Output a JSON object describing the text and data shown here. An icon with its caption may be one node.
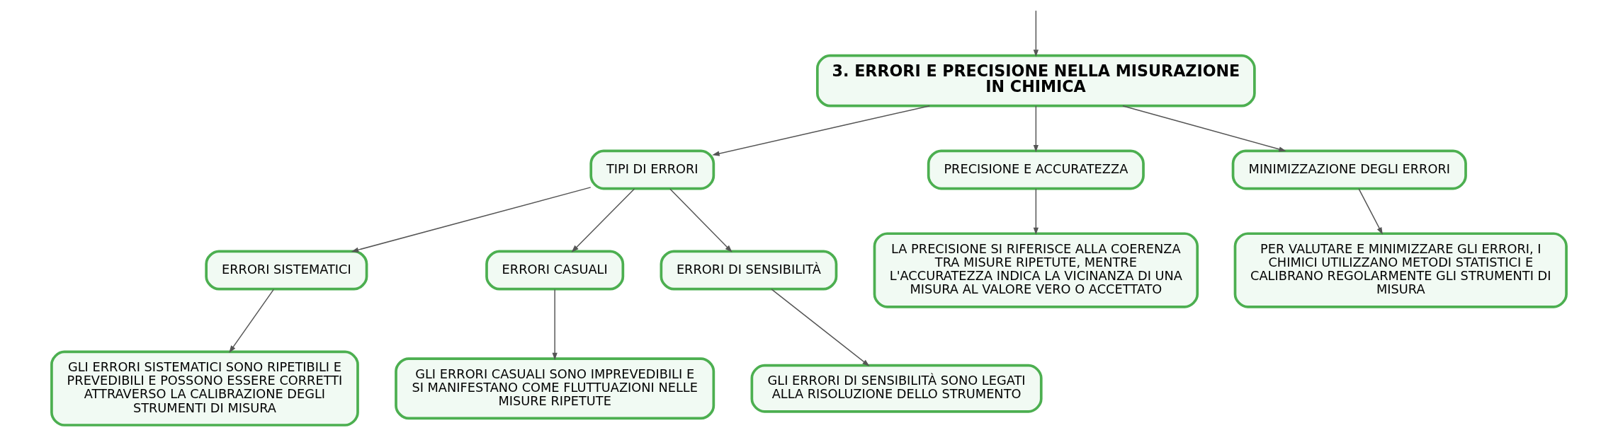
{
  "diagram": {
    "nodes": [
      {
        "text": [
          "3. ERRORI E PRECISIONE NELLA MISURAZIONE IN CHIMICA"
        ]
      },
      {
        "text": [
          "TIPI DI ERRORI"
        ]
      },
      {
        "text": [
          "ERRORI SISTEMATICI"
        ]
      },
      {
        "text": [
          "GLI ERRORI SISTEMATICI SONO RIPETIBILI E PREVEDIBILI E POSSONO ESSERE CORRETTI ATTRAVERSO LA CALIBRAZIONE DEGLI STRUMENTI DI MISURA"
        ]
      },
      {
        "text": [
          "ERRORI CASUALI"
        ]
      },
      {
        "text": [
          "GLI ERRORI CASUALI SONO IMPREVEDIBILI E SI MANIFESTANO COME FLUTTUAZIONI NELLE MISURE RIPETUTE"
        ]
      },
      {
        "text": [
          "ERRORI DI SENSIBILITÀ"
        ]
      },
      {
        "text": [
          "GLI ERRORI DI SENSIBILITÀ SONO LEGATI ALLA RISOLUZIONE DELLO STRUMENTO"
        ]
      },
      {
        "text": [
          "PRECISIONE E ACCURATEZZA"
        ]
      },
      {
        "text": [
          "LA PRECISIONE SI RIFERISCE ALLA COERENZA TRA MISURE RIPETUTE, MENTRE L'ACCURATEZZA INDICA LA VICINANZA DI UNA MISURA AL VALORE VERO O ACCETTATO"
        ]
      },
      {
        "text": [
          "MINIMIZZAZIONE DEGLI ERRORI"
        ]
      },
      {
        "text": [
          "PER VALUTARE E MINIMIZZARE GLI ERRORI, I CHIMICI UTILIZZANO METODI STATISTICI E CALIBRANO REGOLARMENTE GLI STRUMENTI DI MISURA"
        ]
      }
    ],
    "edges": [
      {
        "from": null,
        "to": 0,
        "arrow": "to"
      },
      {
        "from": 0,
        "to": 1,
        "arrow": "to"
      },
      {
        "from": 0,
        "to": 8,
        "arrow": "to"
      },
      {
        "from": 0,
        "to": 10,
        "arrow": "to"
      },
      {
        "from": 1,
        "to": 2,
        "arrow": "to"
      },
      {
        "from": 1,
        "to": 4,
        "arrow": "to"
      },
      {
        "from": 1,
        "to": 6,
        "arrow": "to"
      },
      {
        "from": 2,
        "to": 3,
        "arrow": "to"
      },
      {
        "from": 4,
        "to": 5,
        "arrow": "to"
      },
      {
        "from": 6,
        "to": 7,
        "arrow": "to"
      },
      {
        "from": 8,
        "to": 9,
        "arrow": "to"
      },
      {
        "from": 10,
        "to": 11,
        "arrow": "to"
      }
    ]
  }
}
